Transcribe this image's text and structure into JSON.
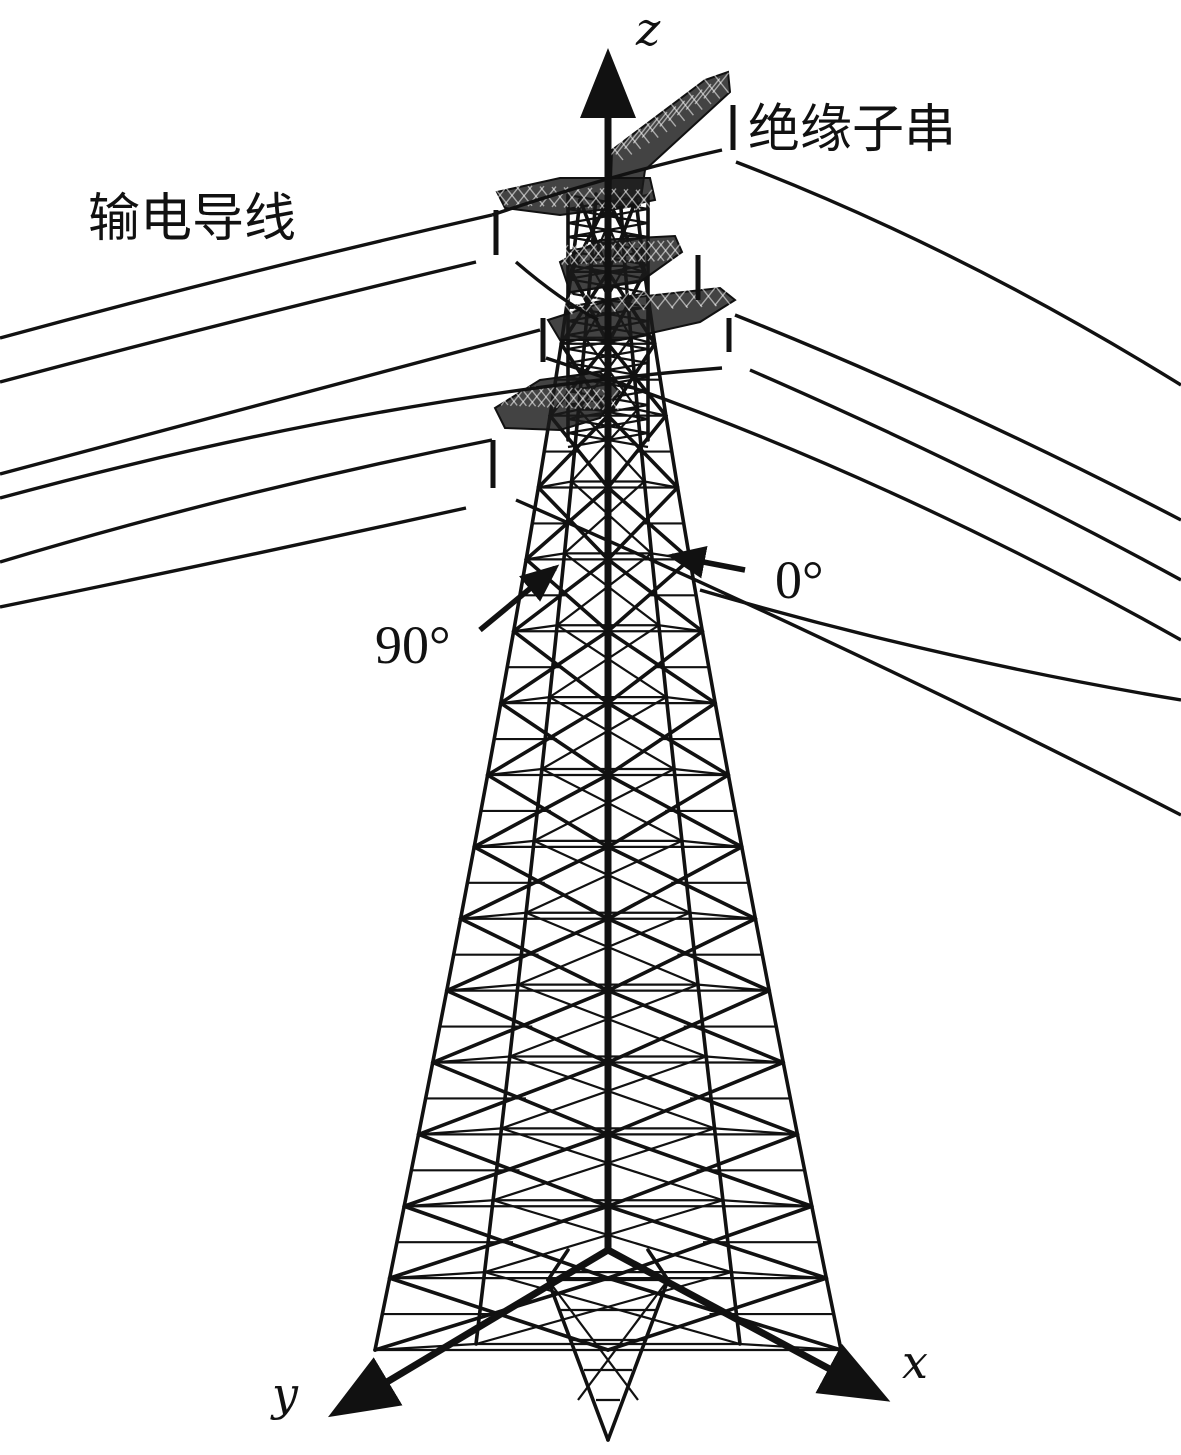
{
  "labels": {
    "conductor": "输电导线",
    "insulator": "绝缘子串",
    "angle_0": "0°",
    "angle_90": "90°"
  },
  "axes": {
    "x": "x",
    "y": "y",
    "z": "z"
  },
  "colors": {
    "ink": "#111111",
    "background": "#ffffff"
  }
}
